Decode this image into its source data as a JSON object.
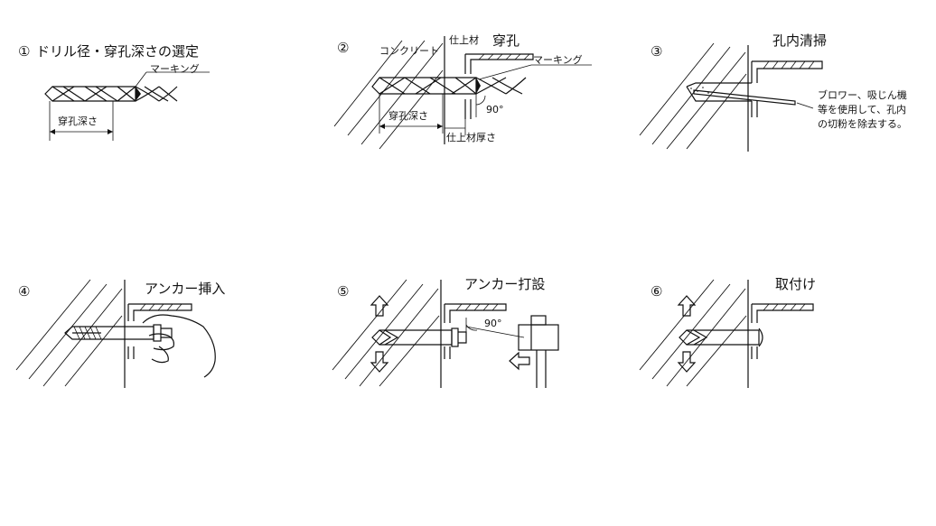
{
  "steps": [
    {
      "number": "①",
      "title": "ドリル径・穿孔深さの選定",
      "labels": {
        "marking": "マーキング",
        "depth": "穿孔深さ"
      }
    },
    {
      "number": "②",
      "title": "穿孔",
      "labels": {
        "concrete": "コンクリート",
        "finish": "仕上材",
        "marking": "マーキング",
        "depth": "穿孔深さ",
        "finish_thickness": "仕上材厚さ",
        "angle": "90°"
      }
    },
    {
      "number": "③",
      "title": "孔内清掃",
      "labels": {
        "note_line1": "ブロワー、吸じん機",
        "note_line2": "等を使用して、孔内",
        "note_line3": "の切粉を除去する。"
      }
    },
    {
      "number": "④",
      "title": "アンカー挿入",
      "labels": {}
    },
    {
      "number": "⑤",
      "title": "アンカー打設",
      "labels": {
        "angle": "90°"
      }
    },
    {
      "number": "⑥",
      "title": "取付け",
      "labels": {}
    }
  ]
}
